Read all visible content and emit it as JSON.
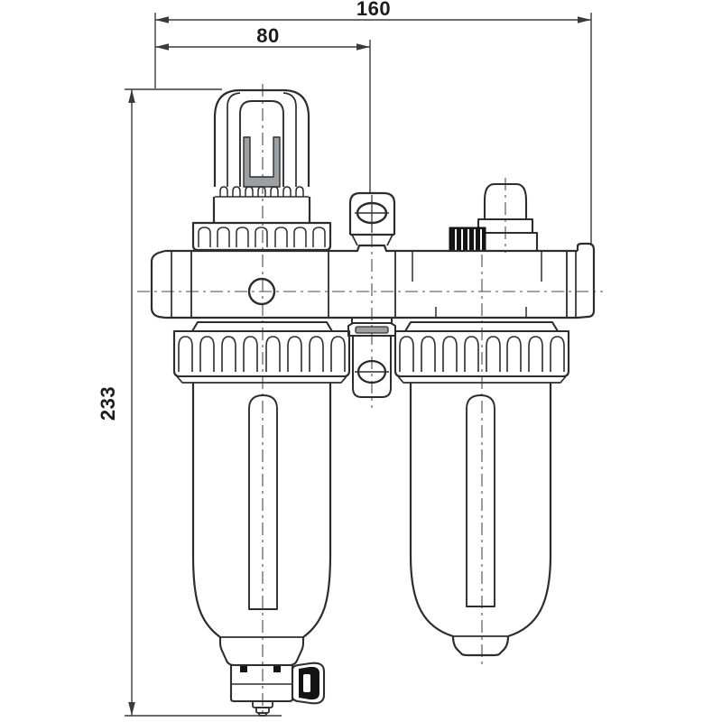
{
  "drawing": {
    "type": "technical-dimension-drawing",
    "subject": "pneumatic filter-regulator-lubricator (FRL) unit front view",
    "dimensions": {
      "width_total": "160",
      "width_half": "80",
      "height": "233"
    },
    "colors": {
      "background": "#ffffff",
      "outline": "#2d2d2d",
      "dimension_line": "#3a3a3a",
      "centerline": "#4a4a4a",
      "gray_fill": "#9aa0a4",
      "black_fill": "#141414"
    }
  }
}
